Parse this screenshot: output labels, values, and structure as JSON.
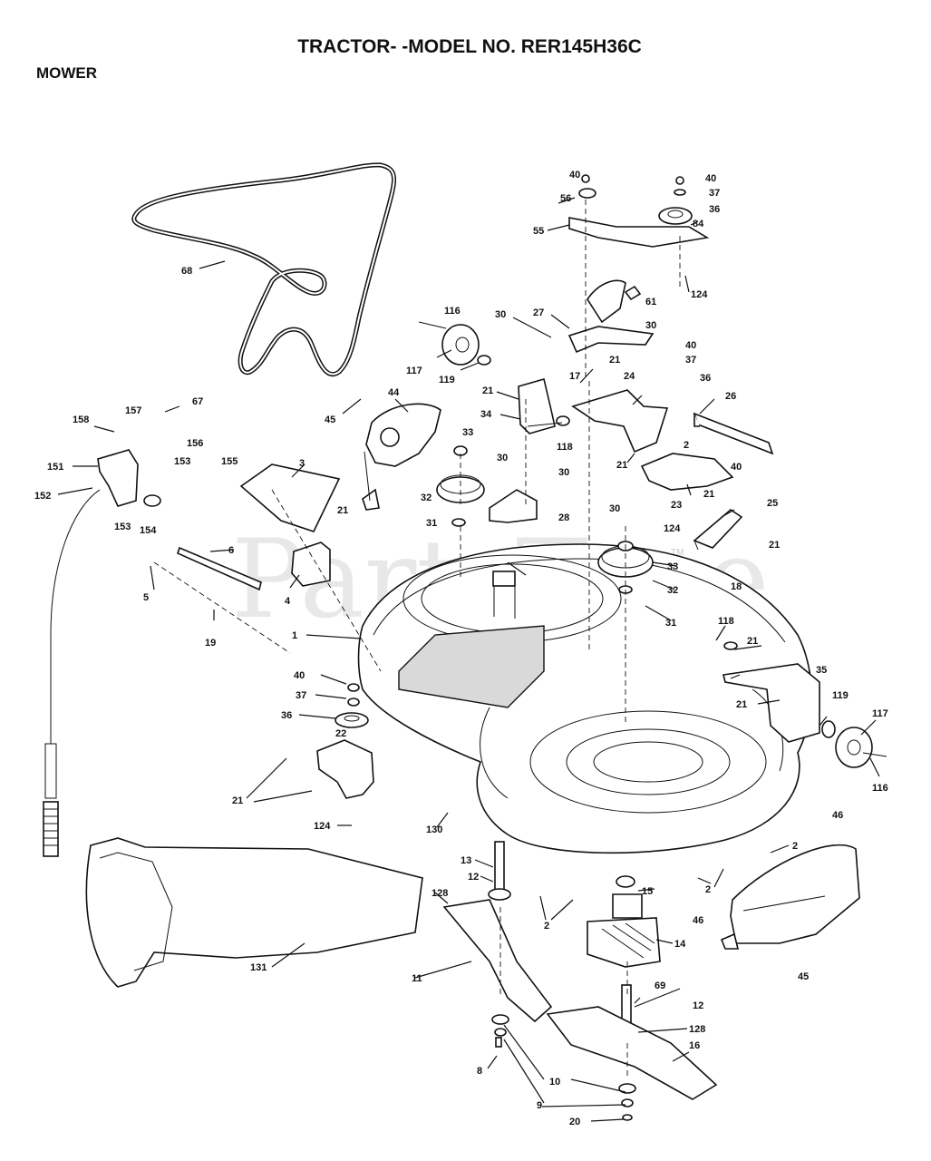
{
  "title": "TRACTOR- -MODEL NO. RER145H36C",
  "section": "MOWER",
  "watermark": "PartsTree",
  "watermark_tm": "TM",
  "labels": [
    "68",
    "67",
    "158",
    "157",
    "156",
    "151",
    "153",
    "155",
    "152",
    "153",
    "154",
    "3",
    "21",
    "6",
    "5",
    "4",
    "19",
    "45",
    "44",
    "116",
    "117",
    "119",
    "30",
    "27",
    "21",
    "17",
    "34",
    "118",
    "33",
    "30",
    "30",
    "32",
    "31",
    "28",
    "40",
    "56",
    "55",
    "40",
    "37",
    "36",
    "84",
    "61",
    "30",
    "124",
    "40",
    "37",
    "21",
    "24",
    "36",
    "26",
    "2",
    "21",
    "40",
    "23",
    "21",
    "25",
    "30",
    "124",
    "21",
    "33",
    "18",
    "32",
    "31",
    "1",
    "118",
    "21",
    "35",
    "40",
    "37",
    "36",
    "22",
    "21",
    "119",
    "117",
    "116",
    "21",
    "21",
    "124",
    "130",
    "13",
    "12",
    "128",
    "2",
    "15",
    "2",
    "2",
    "46",
    "46",
    "14",
    "45",
    "131",
    "11",
    "69",
    "12",
    "128",
    "16",
    "10",
    "8",
    "9",
    "20"
  ]
}
